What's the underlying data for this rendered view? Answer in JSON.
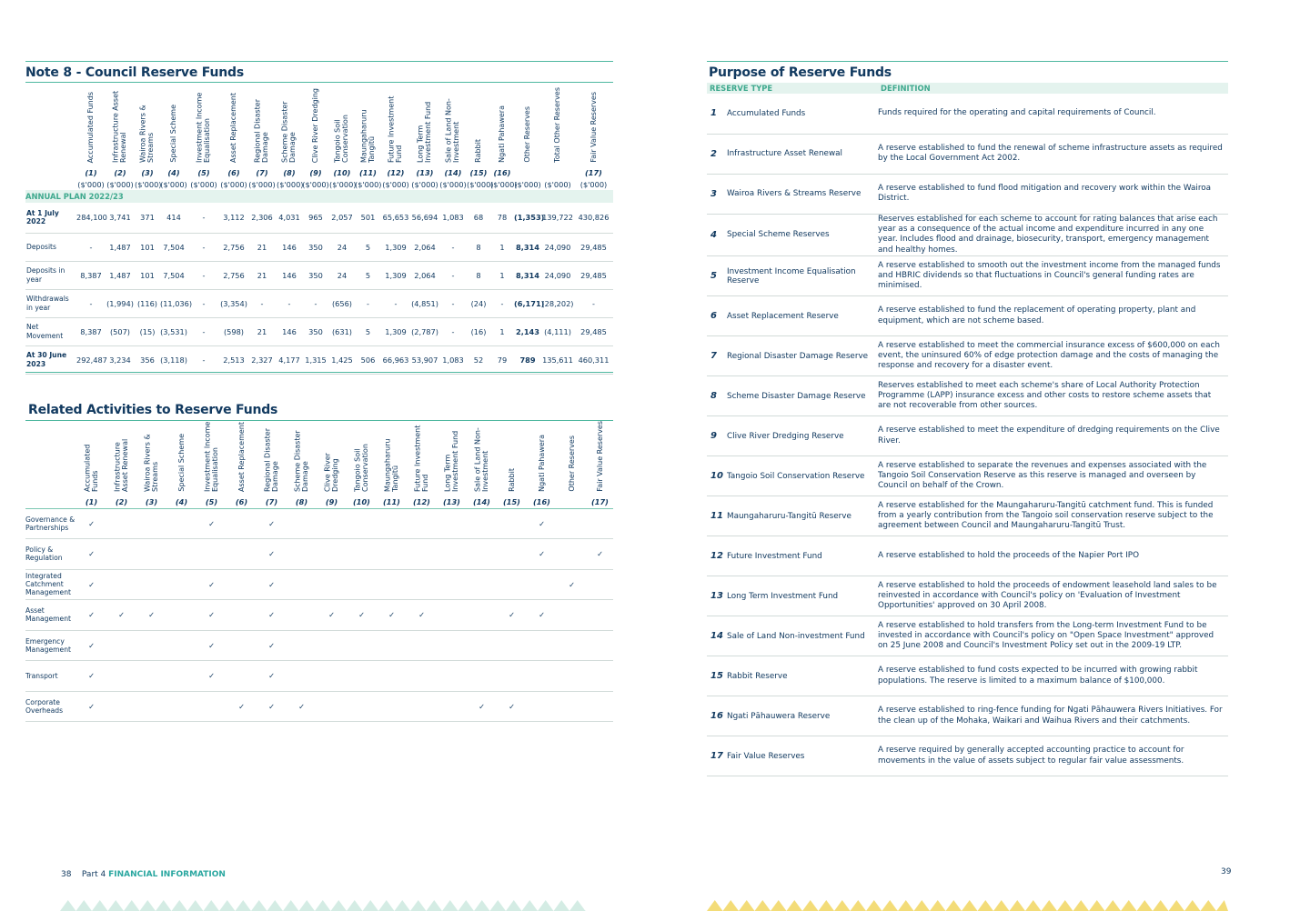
{
  "left_page": {
    "note_title": "Note 8 - Council Reserve Funds",
    "columns": [
      {
        "label": "Accumulated Funds",
        "num": "(1)",
        "unit": "($'000)"
      },
      {
        "label": "Infrastructure Asset Renewal",
        "num": "(2)",
        "unit": "($'000)"
      },
      {
        "label": "Wairoa Rivers & Streams",
        "num": "(3)",
        "unit": "($'000)"
      },
      {
        "label": "Special Scheme",
        "num": "(4)",
        "unit": "($'000)"
      },
      {
        "label": "Investment Income Equalisation",
        "num": "(5)",
        "unit": "($'000)"
      },
      {
        "label": "Asset Replacement",
        "num": "(6)",
        "unit": "($'000)"
      },
      {
        "label": "Regional Disaster Damage",
        "num": "(7)",
        "unit": "($'000)"
      },
      {
        "label": "Scheme Disaster Damage",
        "num": "(8)",
        "unit": "($'000)"
      },
      {
        "label": "Clive River Dredging",
        "num": "(9)",
        "unit": "($'000)"
      },
      {
        "label": "Tangoio Soil Conservation",
        "num": "(10)",
        "unit": "($'000)"
      },
      {
        "label": "Maungaharuru Tangitū",
        "num": "(11)",
        "unit": "($'000)"
      },
      {
        "label": "Future Investment Fund",
        "num": "(12)",
        "unit": "($'000)"
      },
      {
        "label": "Long Term Investment Fund",
        "num": "(13)",
        "unit": "($'000)"
      },
      {
        "label": "Sale of Land Non-Investment",
        "num": "(14)",
        "unit": "($'000)"
      },
      {
        "label": "Rabbit",
        "num": "(15)",
        "unit": "($'000)"
      },
      {
        "label": "Ngati Pahawera",
        "num": "(16)",
        "unit": "($'000)"
      },
      {
        "label": "Other Reserves",
        "num": "",
        "unit": "($'000)"
      },
      {
        "label": "Total Other Reserves",
        "num": "",
        "unit": "($'000)"
      },
      {
        "label": "Fair Value Reserves",
        "num": "(17)",
        "unit": "($'000)"
      }
    ],
    "annual_plan_label": "ANNUAL PLAN 2022/23",
    "rows": [
      {
        "label": "At 1 July 2022",
        "bold_label": true,
        "values": [
          "284,100",
          "3,741",
          "371",
          "414",
          "-",
          "3,112",
          "2,306",
          "4,031",
          "965",
          "2,057",
          "501",
          "65,653",
          "56,694",
          "1,083",
          "68",
          "78",
          "(1,353)",
          "139,722",
          "430,826"
        ]
      },
      {
        "label": "Deposits",
        "bold_label": false,
        "values": [
          "-",
          "1,487",
          "101",
          "7,504",
          "-",
          "2,756",
          "21",
          "146",
          "350",
          "24",
          "5",
          "1,309",
          "2,064",
          "-",
          "8",
          "1",
          "8,314",
          "24,090",
          "29,485"
        ]
      },
      {
        "label": "Deposits in year",
        "bold_label": false,
        "values": [
          "8,387",
          "1,487",
          "101",
          "7,504",
          "-",
          "2,756",
          "21",
          "146",
          "350",
          "24",
          "5",
          "1,309",
          "2,064",
          "-",
          "8",
          "1",
          "8,314",
          "24,090",
          "29,485"
        ]
      },
      {
        "label": "Withdrawals in year",
        "bold_label": false,
        "values": [
          "-",
          "(1,994)",
          "(116)",
          "(11,036)",
          "-",
          "(3,354)",
          "-",
          "-",
          "-",
          "(656)",
          "-",
          "-",
          "(4,851)",
          "-",
          "(24)",
          "-",
          "(6,171)",
          "(28,202)",
          "-"
        ]
      },
      {
        "label": "Net Movement",
        "bold_label": false,
        "values": [
          "8,387",
          "(507)",
          "(15)",
          "(3,531)",
          "-",
          "(598)",
          "21",
          "146",
          "350",
          "(631)",
          "5",
          "1,309",
          "(2,787)",
          "-",
          "(16)",
          "1",
          "2,143",
          "(4,111)",
          "29,485"
        ]
      },
      {
        "label": "At 30 June 2023",
        "bold_label": true,
        "values": [
          "292,487",
          "3,234",
          "356",
          "(3,118)",
          "-",
          "2,513",
          "2,327",
          "4,177",
          "1,315",
          "1,425",
          "506",
          "66,963",
          "53,907",
          "1,083",
          "52",
          "79",
          "789",
          "135,611",
          "460,311"
        ]
      }
    ],
    "related_title": "Related Activities to Reserve Funds",
    "related_columns": [
      {
        "label": "Accumulated Funds",
        "num": "(1)"
      },
      {
        "label": "Infrastructure Asset Renewal",
        "num": "(2)"
      },
      {
        "label": "Wairoa Rivers & Streams",
        "num": "(3)"
      },
      {
        "label": "Special Scheme",
        "num": "(4)"
      },
      {
        "label": "Investment Income Equalisation",
        "num": "(5)"
      },
      {
        "label": "Asset Replacement",
        "num": "(6)"
      },
      {
        "label": "Regional Disaster Damage",
        "num": "(7)"
      },
      {
        "label": "Scheme Disaster Damage",
        "num": "(8)"
      },
      {
        "label": "Clive River Dredging",
        "num": "(9)"
      },
      {
        "label": "Tangoio Soil Conservation",
        "num": "(10)"
      },
      {
        "label": "Maungaharuru Tangitū",
        "num": "(11)"
      },
      {
        "label": "Future Investment Fund",
        "num": "(12)"
      },
      {
        "label": "Long Term Investment Fund",
        "num": "(13)"
      },
      {
        "label": "Sale of Land Non-Investment",
        "num": "(14)"
      },
      {
        "label": "Rabbit",
        "num": "(15)"
      },
      {
        "label": "Ngati Pahawera",
        "num": "(16)"
      },
      {
        "label": "Other Reserves",
        "num": ""
      },
      {
        "label": "Fair Value Reserves",
        "num": "(17)"
      }
    ],
    "tick_symbol": "✓",
    "related_rows": [
      {
        "label": "Governance & Partnerships",
        "ticks": [
          1,
          0,
          0,
          0,
          1,
          0,
          1,
          0,
          0,
          0,
          0,
          0,
          0,
          0,
          0,
          1,
          0,
          0
        ]
      },
      {
        "label": "Policy & Regulation",
        "ticks": [
          1,
          0,
          0,
          0,
          0,
          0,
          1,
          0,
          0,
          0,
          0,
          0,
          0,
          0,
          0,
          1,
          0,
          1
        ]
      },
      {
        "label": "Integrated Catchment Management",
        "ticks": [
          1,
          0,
          0,
          0,
          1,
          0,
          1,
          0,
          0,
          0,
          0,
          0,
          0,
          0,
          0,
          0,
          1,
          0
        ]
      },
      {
        "label": "Asset Management",
        "ticks": [
          1,
          1,
          1,
          0,
          1,
          0,
          1,
          0,
          1,
          1,
          1,
          1,
          0,
          0,
          1,
          1,
          0,
          0
        ]
      },
      {
        "label": "Emergency Management",
        "ticks": [
          1,
          0,
          0,
          0,
          1,
          0,
          1,
          0,
          0,
          0,
          0,
          0,
          0,
          0,
          0,
          0,
          0,
          0
        ]
      },
      {
        "label": "Transport",
        "ticks": [
          1,
          0,
          0,
          0,
          1,
          0,
          1,
          0,
          0,
          0,
          0,
          0,
          0,
          0,
          0,
          0,
          0,
          0
        ]
      },
      {
        "label": "Corporate Overheads",
        "ticks": [
          1,
          0,
          0,
          0,
          0,
          1,
          1,
          1,
          0,
          0,
          0,
          0,
          0,
          1,
          1,
          0,
          0,
          0
        ]
      }
    ],
    "footer": {
      "page": "38",
      "part": "Part 4",
      "section": "FINANCIAL INFORMATION"
    }
  },
  "right_page": {
    "title": "Purpose of Reserve Funds",
    "col_type": "RESERVE TYPE",
    "col_def": "DEFINITION",
    "reserves": [
      {
        "num": "1",
        "name": "Accumulated Funds",
        "def": "Funds required for the operating and capital requirements of Council."
      },
      {
        "num": "2",
        "name": "Infrastructure Asset Renewal",
        "def": "A reserve established to fund the renewal of scheme infrastructure assets as required by the Local Government Act 2002."
      },
      {
        "num": "3",
        "name": "Wairoa Rivers & Streams Reserve",
        "def": "A reserve established to fund flood mitigation and recovery work within the Wairoa District."
      },
      {
        "num": "4",
        "name": "Special Scheme Reserves",
        "def": "Reserves established for each scheme to account for rating balances that arise each year as a consequence of the actual income and expenditure incurred in any one year. Includes flood and drainage, biosecurity, transport, emergency management and healthy homes."
      },
      {
        "num": "5",
        "name": "Investment Income Equalisation Reserve",
        "def": "A reserve established to smooth out the investment income from the managed funds and HBRIC dividends so that fluctuations in Council's general funding rates are minimised."
      },
      {
        "num": "6",
        "name": "Asset Replacement Reserve",
        "def": "A reserve established to fund the replacement of operating property, plant and equipment, which are not scheme based."
      },
      {
        "num": "7",
        "name": "Regional Disaster Damage Reserve",
        "def": "A reserve established to meet the commercial insurance excess of $600,000 on each event, the uninsured 60% of edge protection damage and the costs of managing the response and recovery for a disaster event."
      },
      {
        "num": "8",
        "name": "Scheme Disaster Damage Reserve",
        "def": "Reserves established to meet each scheme's share of Local Authority Protection Programme (LAPP) insurance excess and other costs to restore scheme assets that are not recoverable from other sources."
      },
      {
        "num": "9",
        "name": "Clive River Dredging Reserve",
        "def": "A reserve established to meet the expenditure of dredging requirements on the Clive River."
      },
      {
        "num": "10",
        "name": "Tangoio Soil Conservation Reserve",
        "def": "A reserve established to separate the revenues and expenses associated with the Tangoio Soil Conservation Reserve as this reserve is managed and overseen by Council on behalf of the Crown."
      },
      {
        "num": "11",
        "name": "Maungaharuru-Tangitū Reserve",
        "def": "A reserve established for the Maungaharuru-Tangitū catchment fund. This is funded from a yearly contribution from the Tangoio soil conservation reserve subject to the agreement between Council and Maungaharuru-Tangitū Trust."
      },
      {
        "num": "12",
        "name": "Future Investment Fund",
        "def": "A reserve established to hold the proceeds of the Napier Port IPO"
      },
      {
        "num": "13",
        "name": "Long Term Investment Fund",
        "def": "A reserve established to hold the proceeds of endowment leasehold land sales to be reinvested in accordance with Council's policy on 'Evaluation of Investment Opportunities' approved on 30 April 2008."
      },
      {
        "num": "14",
        "name": "Sale of Land Non-investment Fund",
        "def": "A reserve established to hold transfers from the Long-term Investment Fund to be invested in accordance with Council's policy on \"Open Space Investment\" approved on 25 June 2008 and Council's Investment Policy set out in the 2009-19 LTP."
      },
      {
        "num": "15",
        "name": "Rabbit Reserve",
        "def": "A reserve established to fund costs expected to be incurred with growing rabbit populations. The reserve is limited to a maximum balance of $100,000."
      },
      {
        "num": "16",
        "name": "Ngati Pāhauwera Reserve",
        "def": "A reserve established to ring-fence funding for Ngati Pāhauwera Rivers Initiatives. For the clean up of the Mohaka, Waikari and Waihua Rivers and their catchments."
      },
      {
        "num": "17",
        "name": "Fair Value Reserves",
        "def": "A reserve required by generally accepted accounting practice to account for movements in the value of assets subject to regular fair value assessments."
      }
    ],
    "footer": {
      "page": "39"
    }
  },
  "colors": {
    "navy": "#123a60",
    "teal": "#3fa98e",
    "mint_band": "#e4f3ee",
    "zigzag_left": "#cfe9e0",
    "zigzag_right": "#f3dc78"
  }
}
